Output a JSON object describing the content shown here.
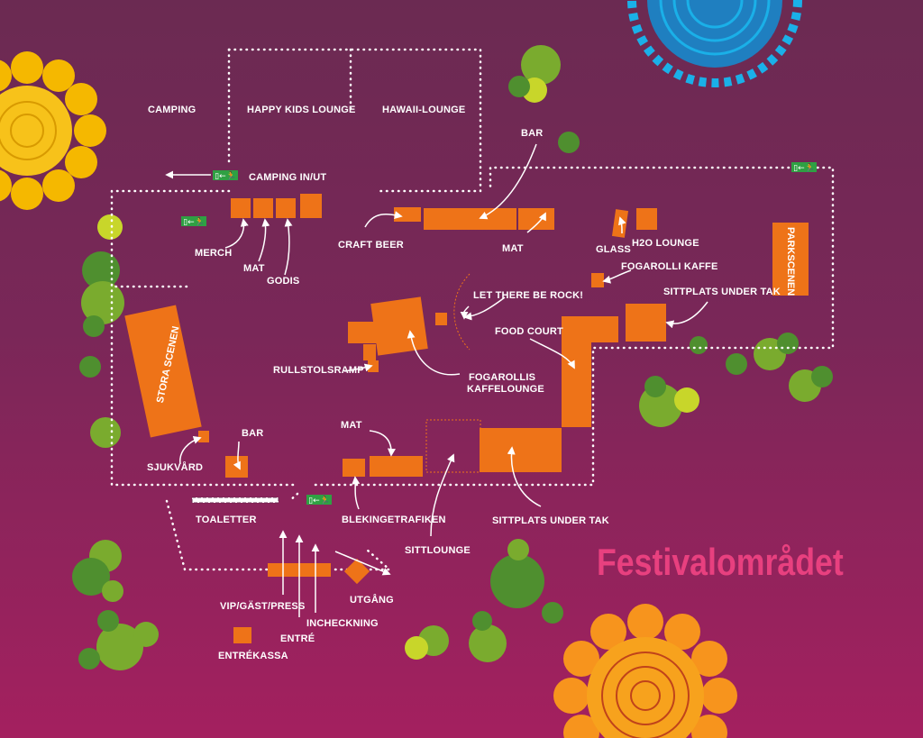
{
  "title": "Festivalområdet",
  "labels": {
    "camping": "CAMPING",
    "happy_kids_lounge": "HAPPY KIDS LOUNGE",
    "hawaii_lounge": "HAWAII-LOUNGE",
    "camping_in_ut": "CAMPING IN/UT",
    "bar_top": "BAR",
    "craft_beer": "CRAFT BEER",
    "mat_top": "MAT",
    "glass": "GLASS",
    "h2o_lounge": "H2O LOUNGE",
    "fogarolli_kaffe": "FOGAROLLI KAFFE",
    "parkscenen": "PARKSCENEN",
    "sittplats_under_tak_right": "SITTPLATS UNDER TAK",
    "merch": "MERCH",
    "mat_merch": "MAT",
    "godis": "GODIS",
    "let_there_be_rock": "LET THERE BE ROCK!",
    "food_court": "FOOD COURT",
    "stora_scenen": "STORA SCENEN",
    "rullstolsramp": "RULLSTOLSRAMP",
    "fogarollis_kaffelounge_1": "FOGAROLLIS",
    "fogarollis_kaffelounge_2": "KAFFELOUNGE",
    "mat_bottom": "MAT",
    "bar_bottom": "BAR",
    "sjukvard": "SJUKVÅRD",
    "toaletter": "TOALETTER",
    "blekingetrafiken": "BLEKINGETRAFIKEN",
    "sittlounge": "SITTLOUNGE",
    "sittplats_under_tak_bottom": "SITTPLATS UNDER TAK",
    "vip_gast_press": "VIP/GÄST/PRESS",
    "utgang": "UTGÅNG",
    "incheckning": "INCHECKNING",
    "entre": "ENTRÉ",
    "entrekassa": "ENTRÉKASSA"
  },
  "colors": {
    "background_top": "#6b2a52",
    "background_bottom": "#a4205f",
    "booth": "#ee7318",
    "path": "#ffffff",
    "title": "#e8407f",
    "tree_dark": "#4f8f2f",
    "tree_mid": "#7aab2e",
    "tree_light": "#c8d62a",
    "flower_yellow": "#f5b800",
    "flower_orange": "#f7941d",
    "mandala_blue": "#1ab0e8"
  },
  "icons": [
    "emergency-exit-icon"
  ]
}
